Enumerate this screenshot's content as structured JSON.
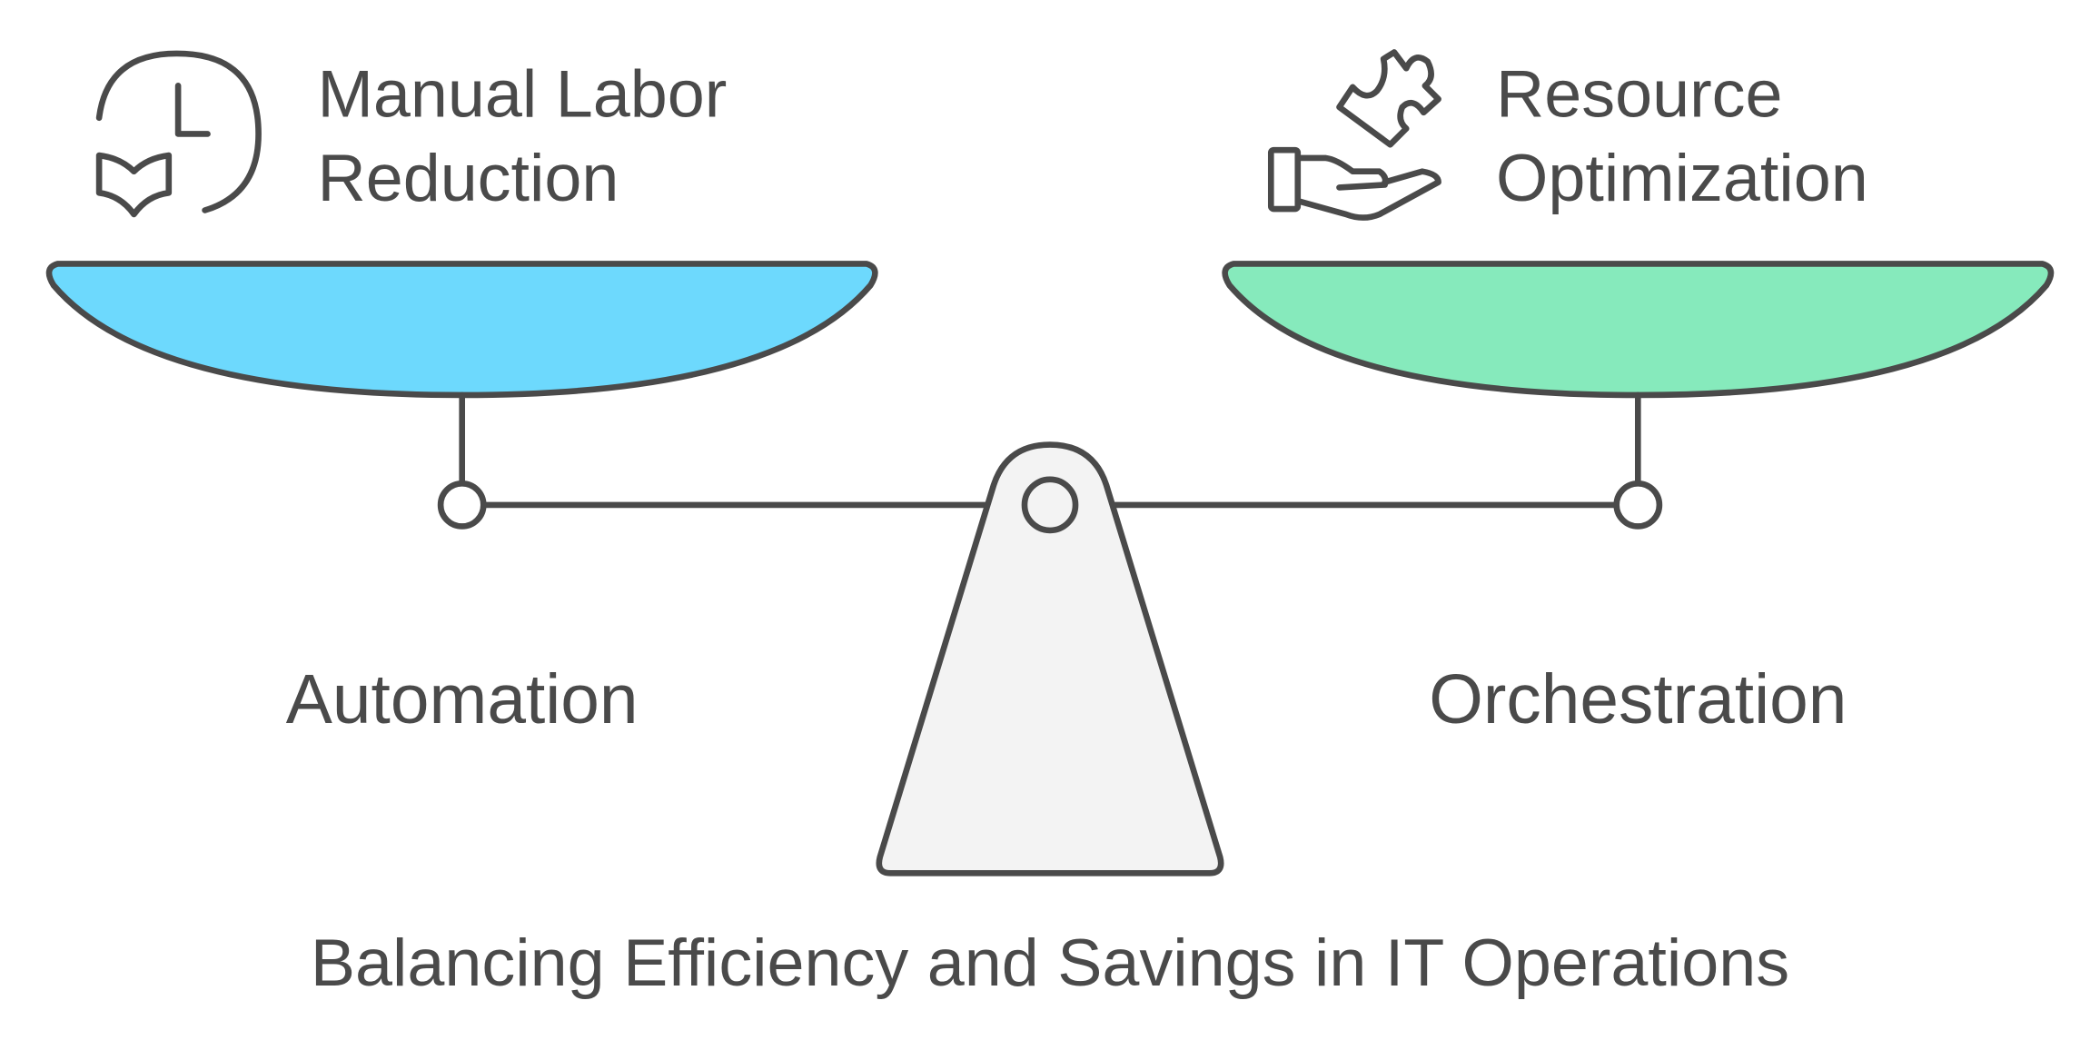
{
  "title": "Balancing Efficiency and Savings in IT Operations",
  "left": {
    "label": "Automation",
    "benefit_line1": "Manual Labor",
    "benefit_line2": "Reduction",
    "icon": "clock-book-icon"
  },
  "right": {
    "label": "Orchestration",
    "benefit_line1": "Resource",
    "benefit_line2": "Optimization",
    "icon": "hand-puzzle-icon"
  },
  "colors": {
    "left_pan": "#6dd9fd",
    "right_pan": "#86eabc",
    "stroke": "#4a4a4a",
    "fulcrum": "#f3f3f3"
  }
}
